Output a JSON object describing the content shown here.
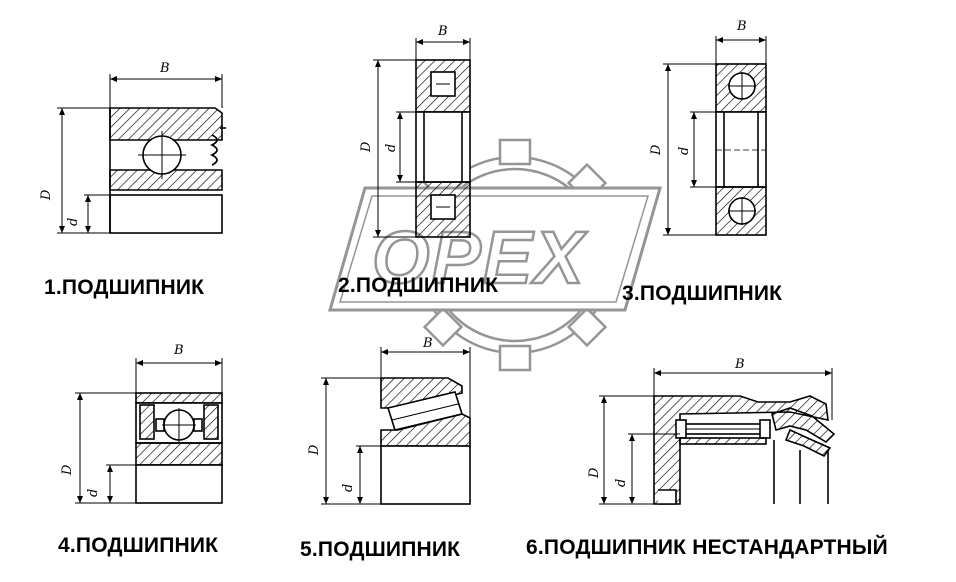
{
  "watermark": {
    "text": "OPEX"
  },
  "labels": {
    "B": "B",
    "D": "D",
    "d": "d"
  },
  "captions": [
    "1.ПОДШИПНИК",
    "2.ПОДШИПНИК",
    "3.ПОДШИПНИК",
    "4.ПОДШИПНИК",
    "5.ПОДШИПНИК",
    "6.ПОДШИПНИК НЕСТАНДАРТНЫЙ"
  ],
  "colors": {
    "line": "#000000",
    "watermark": "#8a8a8a",
    "background": "#ffffff"
  }
}
